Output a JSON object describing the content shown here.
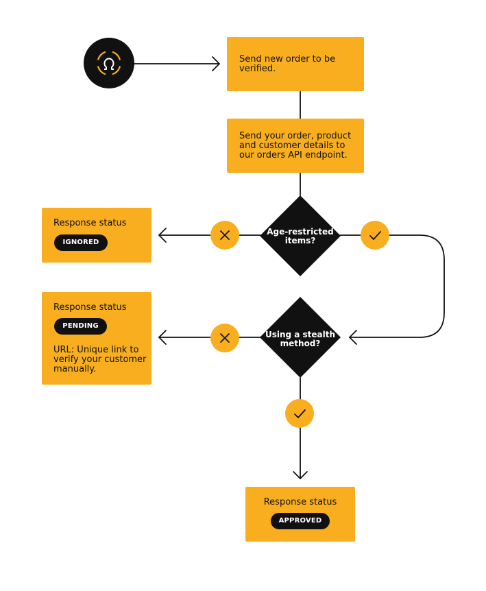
{
  "colors": {
    "accent": "#F8AE1E",
    "dark": "#111111",
    "line": "#111111",
    "background": "#ffffff"
  },
  "start_node": {
    "icon": "omega-logo-icon"
  },
  "steps": {
    "send_order": "Send new order to be\nverified.",
    "send_details": "Send your order, product\nand customer details to\nour orders API endpoint."
  },
  "decisions": {
    "age_restricted": "Age-restricted\nitems?",
    "stealth_method": "Using a stealth\nmethod?"
  },
  "outcomes": {
    "ignored": {
      "label": "Response status",
      "status": "IGNORED"
    },
    "pending": {
      "label": "Response status",
      "status": "PENDING",
      "note": "URL: Unique link to\nverify your customer\nmanually."
    },
    "approved": {
      "label": "Response status",
      "status": "APPROVED"
    }
  },
  "markers": {
    "yes_icon": "check-icon",
    "no_icon": "cross-icon"
  }
}
